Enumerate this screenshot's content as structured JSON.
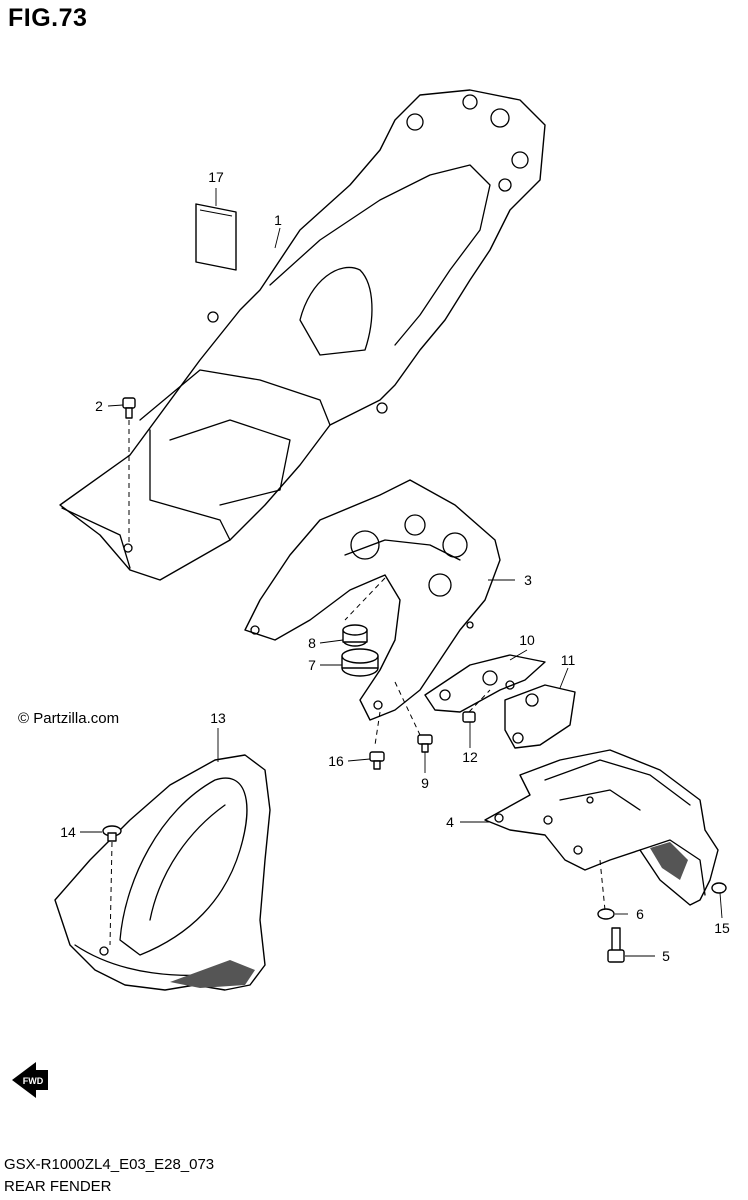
{
  "header": {
    "figure_title": "FIG.73"
  },
  "watermark": "© Partzilla.com",
  "footer": {
    "model_code": "GSX-R1000ZL4_E03_E28_073",
    "section_name": "REAR FENDER"
  },
  "fwd_badge": "FWD",
  "callouts": [
    {
      "id": "1",
      "label": "1"
    },
    {
      "id": "2",
      "label": "2"
    },
    {
      "id": "3",
      "label": "3"
    },
    {
      "id": "4",
      "label": "4"
    },
    {
      "id": "5",
      "label": "5"
    },
    {
      "id": "6",
      "label": "6"
    },
    {
      "id": "7",
      "label": "7"
    },
    {
      "id": "8",
      "label": "8"
    },
    {
      "id": "9",
      "label": "9"
    },
    {
      "id": "10",
      "label": "10"
    },
    {
      "id": "11",
      "label": "11"
    },
    {
      "id": "12",
      "label": "12"
    },
    {
      "id": "13",
      "label": "13"
    },
    {
      "id": "14",
      "label": "14"
    },
    {
      "id": "15",
      "label": "15"
    },
    {
      "id": "16",
      "label": "16"
    },
    {
      "id": "17",
      "label": "17"
    }
  ]
}
